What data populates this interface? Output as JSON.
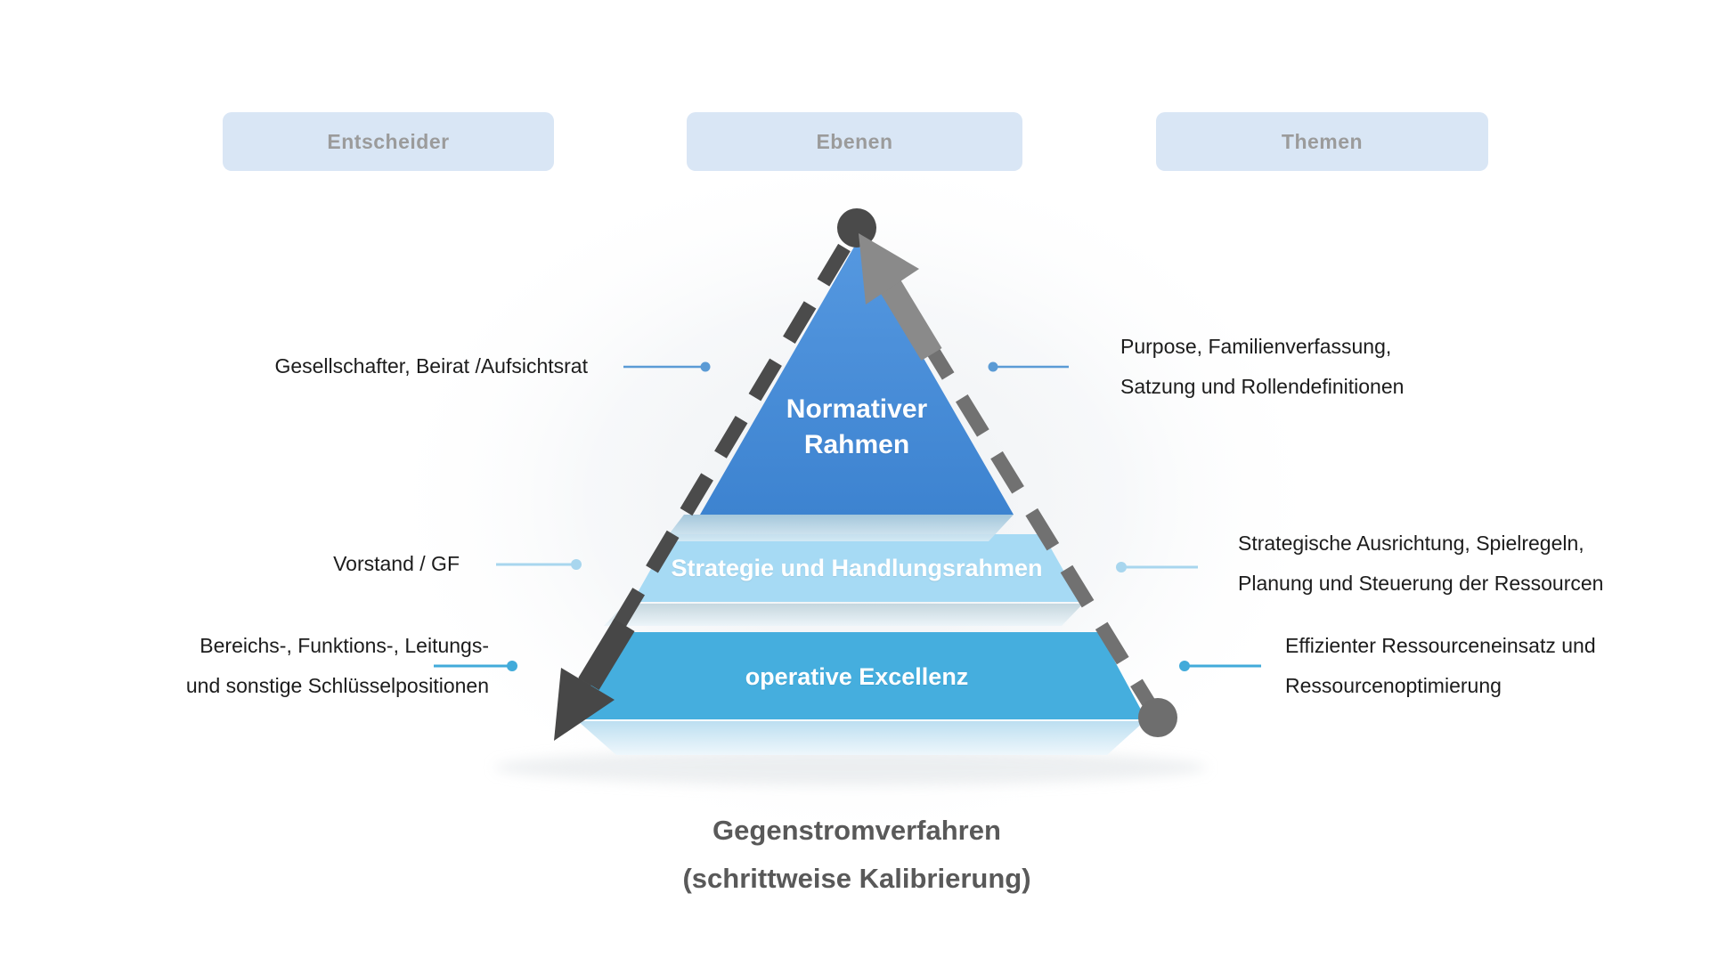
{
  "header": {
    "columns": [
      {
        "label": "Entscheider"
      },
      {
        "label": "Ebenen"
      },
      {
        "label": "Themen"
      }
    ]
  },
  "pyramid": {
    "levels": [
      {
        "lines": [
          "Normativer",
          "Rahmen"
        ]
      },
      {
        "label": "Strategie und Handlungsrahmen"
      },
      {
        "label": "operative Excellenz"
      }
    ]
  },
  "left_annotations": [
    {
      "lines": [
        "Gesellschafter, Beirat /Aufsichtsrat",
        ""
      ]
    },
    {
      "lines": [
        "Vorstand / GF",
        ""
      ]
    },
    {
      "lines": [
        "Bereichs-, Funktions-, Leitungs-",
        "und sonstige Schlüsselpositionen"
      ]
    }
  ],
  "right_annotations": [
    {
      "lines": [
        "Purpose, Familienverfassung,",
        "Satzung und Rollendefinitionen"
      ]
    },
    {
      "lines": [
        "Strategische Ausrichtung, Spielregeln,",
        "Planung und Steuerung der Ressourcen"
      ]
    },
    {
      "lines": [
        "Effizienter Ressourceneinsatz und",
        "Ressourcenoptimierung"
      ]
    }
  ],
  "caption": {
    "lines": [
      "Gegenstromverfahren",
      "(schrittweise Kalibrierung)"
    ]
  },
  "colors": {
    "header_box_bg": "#d9e6f5",
    "header_text": "#9b9b9b",
    "label_text": "#1c1c1c",
    "caption_text": "#595959",
    "level1": "#4a8ed8",
    "level2": "#a6daf4",
    "level3": "#45aede",
    "dash_left": "#4b4b4b",
    "dash_right": "#717171",
    "arrow_up": "#8a8a8a",
    "arrow_down": "#474747",
    "node_top": "#4a4a4a",
    "node_bottom": "#6e6e6e",
    "leader_row1": "#5b9bd5",
    "leader_row2": "#a8d6ee",
    "leader_row3": "#42abda"
  }
}
